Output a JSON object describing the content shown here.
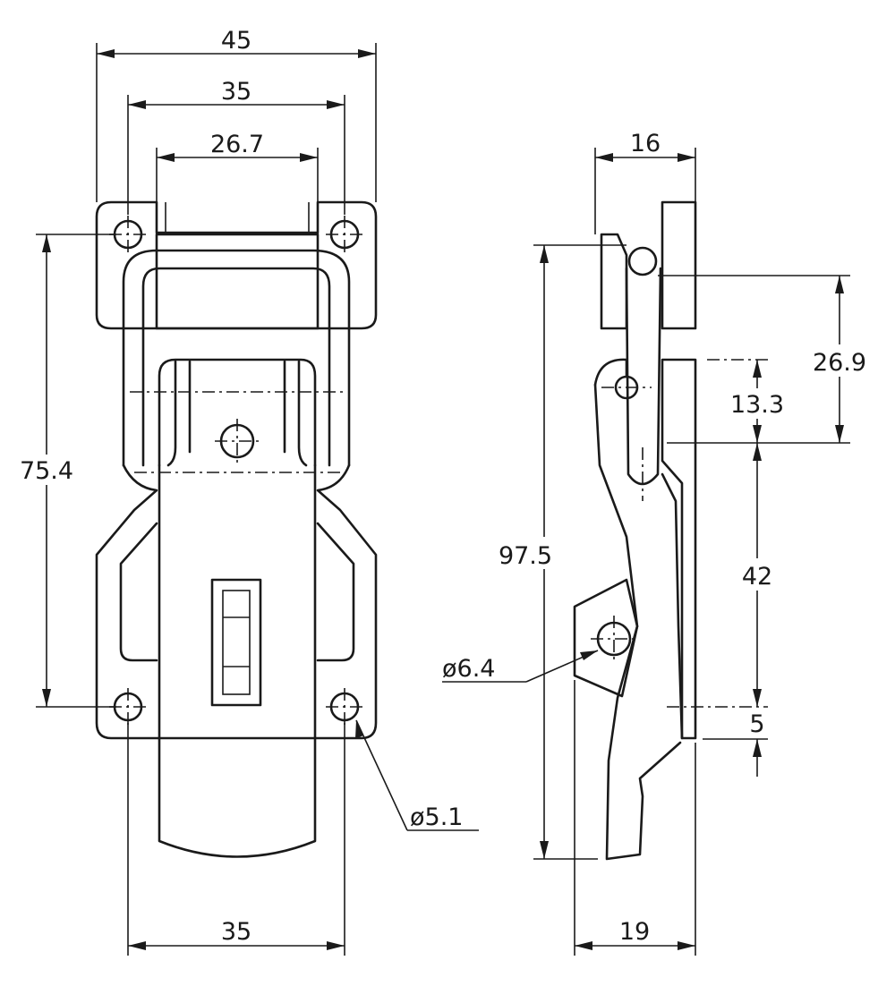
{
  "drawing": {
    "front_view": {
      "overall_width": "45",
      "inner_width": "35",
      "hinge_width": "26.7",
      "hole_pitch_vertical": "75.4",
      "base_hole_pitch": "35",
      "hole_diameter": "ø5.1"
    },
    "side_view": {
      "top_depth": "16",
      "base_depth": "19",
      "overall_height": "97.5",
      "dim_26_9": "26.9",
      "dim_13_3": "13.3",
      "dim_42": "42",
      "dim_5": "5",
      "pivot_diameter": "ø6.4"
    },
    "colors": {
      "line": "#1a1a1a",
      "background": "#ffffff"
    }
  }
}
